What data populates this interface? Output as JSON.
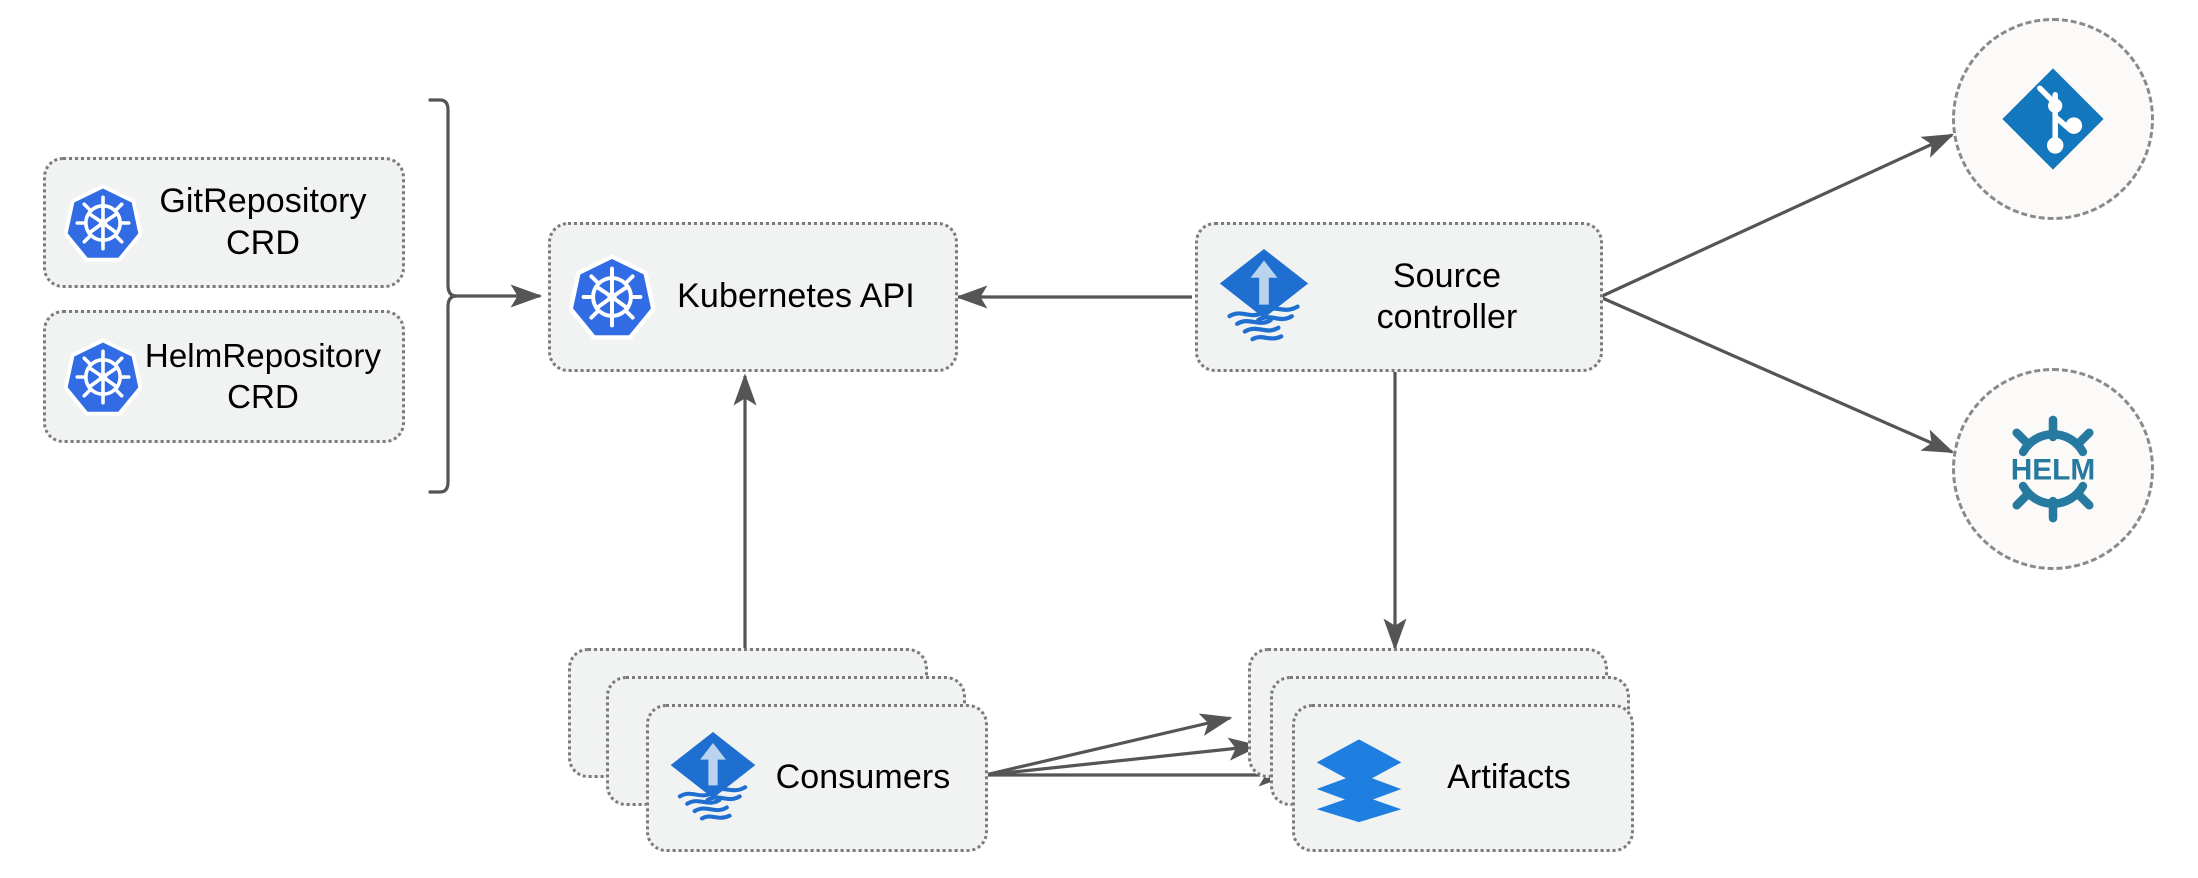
{
  "diagram": {
    "title": "Flux source-controller architecture",
    "background_color": "#ffffff",
    "box_fill": "#f1f2f2",
    "box_border_color": "#7a7a7a",
    "edge_color": "#555555",
    "kubernetes_blue": "#326ce5",
    "flux_blue": "#1f6fd0",
    "flux_arrow_blue": "#b9d4ef",
    "git_blue": "#1277bc",
    "helm_teal": "#277a9f",
    "artifact_blue": "#1e7fe0",
    "circle_fill": "#fbfaf8",
    "circle_border_color": "#8a8a8a"
  },
  "nodes": {
    "git_repository_crd": {
      "label": "GitRepository\nCRD",
      "icon": "kubernetes-icon"
    },
    "helm_repository_crd": {
      "label": "HelmRepository\nCRD",
      "icon": "kubernetes-icon"
    },
    "kubernetes_api": {
      "label": "Kubernetes API",
      "icon": "kubernetes-icon"
    },
    "source_controller": {
      "label": "Source\ncontroller",
      "icon": "flux-icon"
    },
    "consumers": {
      "label": "Consumers",
      "icon": "flux-icon",
      "stack_count": 3
    },
    "artifacts": {
      "label": "Artifacts",
      "icon": "layers-icon",
      "stack_count": 3
    },
    "git_provider": {
      "label": "",
      "icon": "git-icon"
    },
    "helm_provider": {
      "label": "HELM",
      "icon": "helm-icon"
    }
  },
  "edges": [
    {
      "name": "crds-to-kubernetes-api",
      "from": "crd-bracket",
      "to": "kubernetes_api",
      "style": "bracket-arrow"
    },
    {
      "name": "source-controller-to-kubernetes-api",
      "from": "source_controller",
      "to": "kubernetes_api",
      "style": "arrow-left"
    },
    {
      "name": "source-controller-to-git",
      "from": "source_controller",
      "to": "git_provider",
      "style": "arrow-up-right"
    },
    {
      "name": "source-controller-to-helm",
      "from": "source_controller",
      "to": "helm_provider",
      "style": "arrow-down-right"
    },
    {
      "name": "source-controller-to-artifacts",
      "from": "source_controller",
      "to": "artifacts",
      "style": "arrow-down"
    },
    {
      "name": "consumers-to-kubernetes-api",
      "from": "consumers",
      "to": "kubernetes_api",
      "style": "arrow-up"
    },
    {
      "name": "consumers-to-artifacts-1",
      "from": "consumers",
      "to": "artifacts",
      "style": "arrow-right"
    },
    {
      "name": "consumers-to-artifacts-2",
      "from": "consumers",
      "to": "artifacts",
      "style": "arrow-right"
    },
    {
      "name": "consumers-to-artifacts-3",
      "from": "consumers",
      "to": "artifacts",
      "style": "arrow-right"
    }
  ]
}
